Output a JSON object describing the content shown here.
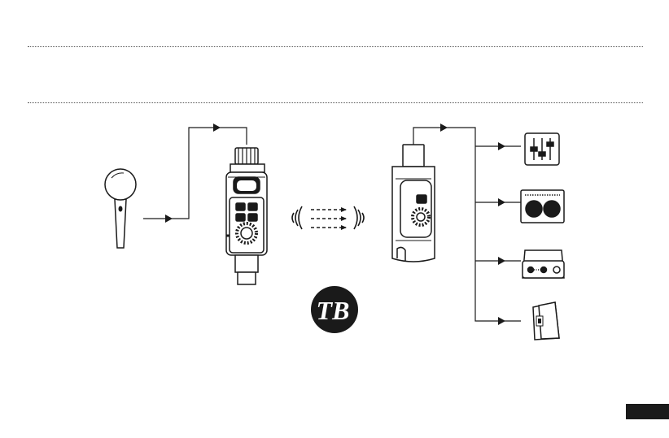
{
  "colors": {
    "line": "#1a1a1a",
    "fill": "#ffffff",
    "gray": "#d9d9d9",
    "page_tab": "#1a1a1a"
  },
  "diagram": {
    "nodes": [
      {
        "id": "microphone",
        "icon": "handheld-microphone-icon"
      },
      {
        "id": "transmitter",
        "icon": "wireless-transmitter-icon"
      },
      {
        "id": "receiver",
        "icon": "wireless-receiver-icon"
      },
      {
        "id": "mixer",
        "icon": "mixer-faders-icon"
      },
      {
        "id": "amplifier",
        "icon": "guitar-amplifier-icon"
      },
      {
        "id": "audio-interface",
        "icon": "audio-interface-icon"
      },
      {
        "id": "speaker",
        "icon": "pa-speaker-icon"
      }
    ],
    "edges": [
      {
        "from": "microphone",
        "to": "transmitter"
      },
      {
        "from": "transmitter",
        "to": "receiver",
        "style": "wireless"
      },
      {
        "from": "receiver",
        "to": "mixer"
      },
      {
        "from": "receiver",
        "to": "amplifier"
      },
      {
        "from": "receiver",
        "to": "audio-interface"
      },
      {
        "from": "receiver",
        "to": "speaker"
      }
    ],
    "logo": {
      "text": "TB"
    }
  }
}
